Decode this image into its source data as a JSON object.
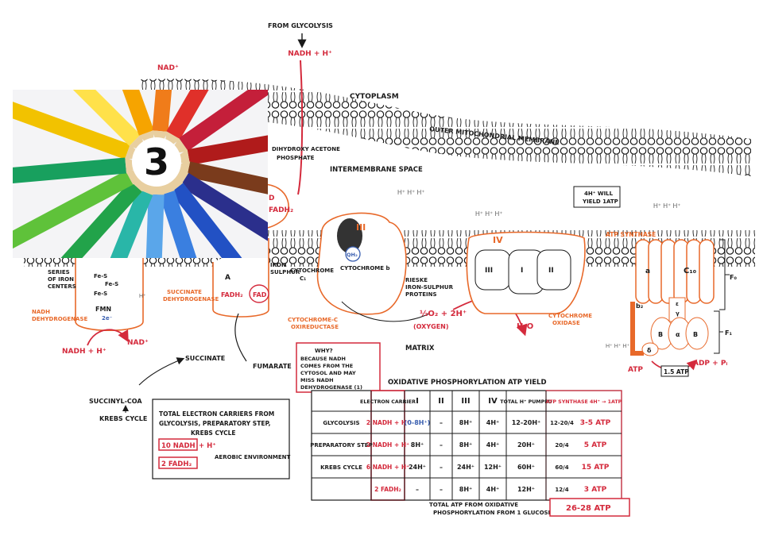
{
  "colors": {
    "ink": "#1a1a1a",
    "red": "#d42a3c",
    "orange": "#e8692a",
    "blue": "#3a5fb0"
  },
  "badge": {
    "number": "3"
  },
  "labels": {
    "from_glycolysis": "FROM GLYCOLYSIS",
    "nadh_top": "NADH + H⁺",
    "nad_top": "NAD⁺",
    "cytoplasm": "CYTOPLASM",
    "outer_membrane": "OUTER MITOCHONDRIAL MEMBRANE",
    "intermembrane": "INTERMEMBRANE SPACE",
    "dhap": "DIHYDROXY ACETONE PHOSPHATE",
    "fadh2_left": "FADH₂",
    "d_left": "D",
    "note_4h": "4H⁺ WILL YIELD 1ATP",
    "atp_synthase": "ATP SYNTHASE",
    "h_cluster": "H⁺ H⁺ H⁺",
    "complex_3": "III",
    "complex_4": "IV",
    "qh2": "QH₂",
    "cyt_b": "CYTOCHROME b",
    "cyt_c1": "CYTOCHROME C₁",
    "iron_sulphur": "IRON SULPHUR",
    "rieske": "RIESKE IRON-SULPHUR PROTEINS",
    "series_fe": "SERIES OF IRON CENTERS",
    "fe_s": "Fe-S",
    "fmn": "FMN",
    "two_e": "2e⁻",
    "nadh_dehydrogenase": "NADH DEHYDROGENASE",
    "succinate_dehydrogenase": "SUCCINATE DEHYDROGENASE",
    "a_sub": "A",
    "fadh2_mid": "FADH₂",
    "fad": "FAD",
    "h_plus": "H⁺",
    "cyt_c_oxido": "CYTOCHROME-C OXIREDUCTASE",
    "half_o2": "½O₂ + 2H⁺",
    "oxygen": "(OXYGEN)",
    "h2o": "H₂O",
    "cyt_oxidase": "CYTOCHROME OXIDASE",
    "iv_inner_III": "III",
    "iv_inner_I": "I",
    "iv_inner_II": "II",
    "c10": "C₁₀",
    "a_sub2": "a",
    "b2": "b₂",
    "eps": "ε",
    "gamma": "γ",
    "delta": "δ",
    "beta1": "B",
    "alpha": "α",
    "beta2": "B",
    "f0": "F₀",
    "f1": "F₁",
    "atp_right": "ATP",
    "adp_pi": "ADP + Pᵢ",
    "one_point_five": "1.5 ATP",
    "nadh_bottom": "NADH + H⁺",
    "nad_bottom": "NAD⁺",
    "matrix": "MATRIX",
    "succinate": "SUCCINATE",
    "fumarate": "FUMARATE",
    "succinyl_coa": "SUCCINYL-COA",
    "krebs_cycle": "KREBS CYCLE",
    "why_note": "WHY? BECAUSE NADH COMES FROM THE CYTOSOL AND MAY MISS NADH DEHYDROGENASE (1)",
    "total_carriers": "TOTAL ELECTRON CARRIERS FROM GLYCOLYSIS, PREPARATORY STEP, KREBS CYCLE",
    "ten_nadh": "10 NADH",
    "plus_h": "+ H⁺",
    "two_fadh2": "2 FADH₂",
    "aerobic": "AEROBIC ENVIRONMENT",
    "table_title": "OXIDATIVE PHOSPHORYLATION ATP YIELD",
    "total_atp_label": "TOTAL ATP FROM OXIDATIVE PHOSPHORYLATION FROM 1 GLUCOSE",
    "total_atp_value": "26-28 ATP"
  },
  "table": {
    "headers": [
      "ELECTRON CARRIER",
      "I",
      "II",
      "III",
      "IV",
      "TOTAL H⁺ PUMPED",
      "ATP SYNTHASE 4H⁺ → 1ATP"
    ],
    "rows": [
      {
        "stage": "GLYCOLYSIS",
        "carrier": "2 NADH + H⁺",
        "c1": "(0-8H⁺)",
        "c2": "–",
        "c3": "8H⁺",
        "c4": "4H⁺",
        "total": "12-20H⁺",
        "ratio": "12-20/4",
        "atp": "3-5 ATP"
      },
      {
        "stage": "PREPARATORY STEP",
        "carrier": "2 NADH + H⁺",
        "c1": "8H⁺",
        "c2": "–",
        "c3": "8H⁺",
        "c4": "4H⁺",
        "total": "20H⁺",
        "ratio": "20/4",
        "atp": "5 ATP"
      },
      {
        "stage": "KREBS CYCLE",
        "carrier": "6 NADH + H⁺",
        "c1": "24H⁺",
        "c2": "–",
        "c3": "24H⁺",
        "c4": "12H⁺",
        "total": "60H⁺",
        "ratio": "60/4",
        "atp": "15 ATP"
      },
      {
        "stage": "",
        "carrier": "2 FADH₂",
        "c1": "–",
        "c2": "–",
        "c3": "8H⁺",
        "c4": "4H⁺",
        "total": "12H⁺",
        "ratio": "12/4",
        "atp": "3 ATP"
      }
    ]
  }
}
